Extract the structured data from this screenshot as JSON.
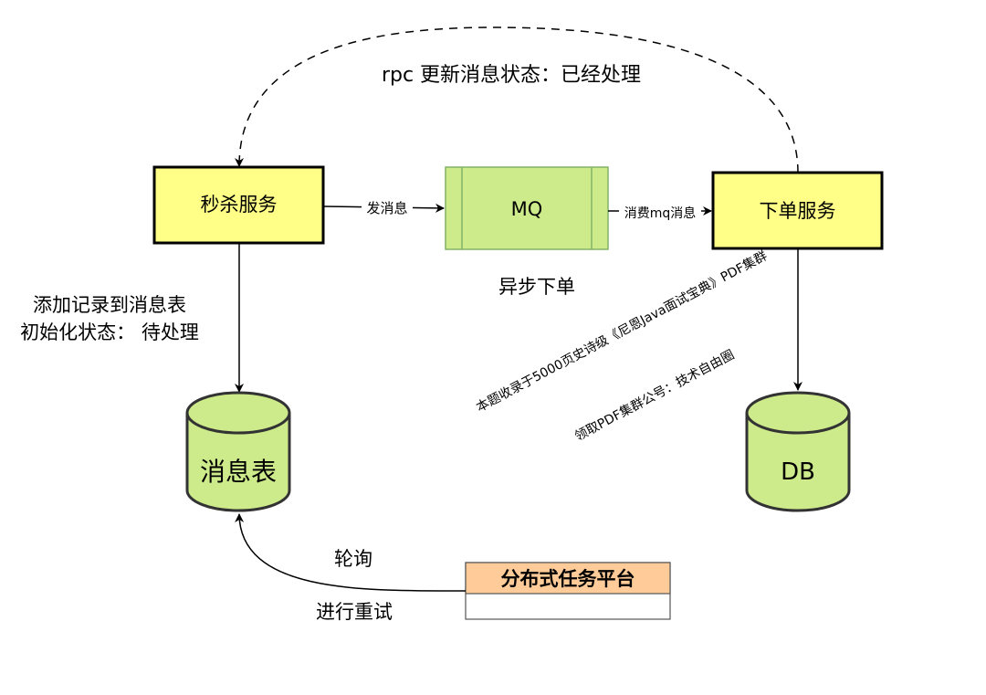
{
  "nodes": {
    "seckill_service": "秒杀服务",
    "mq": "MQ",
    "order_service": "下单服务",
    "message_table": "消息表",
    "db": "DB",
    "task_platform_title": "分布式任务平台"
  },
  "edges": {
    "rpc_update": "rpc  更新消息状态：已经处理",
    "send_message": "发消息",
    "consume_mq": "消费mq消息",
    "async_order": "异步下单",
    "add_record_line1": "添加记录到消息表",
    "add_record_line2": "初始化状态： 待处理",
    "poll": "轮询",
    "retry": "进行重试"
  },
  "watermark": {
    "line1": "本题收录于5000页史诗级《尼恩Java面试宝典》PDF集群",
    "line2": "领取PDF集群公号：技术自由圈"
  },
  "colors": {
    "service_fill": "#ffff88",
    "mq_fill": "#cdeb8b",
    "cylinder_fill": "#cdeb8b",
    "platform_header_fill": "#ffcc99"
  }
}
